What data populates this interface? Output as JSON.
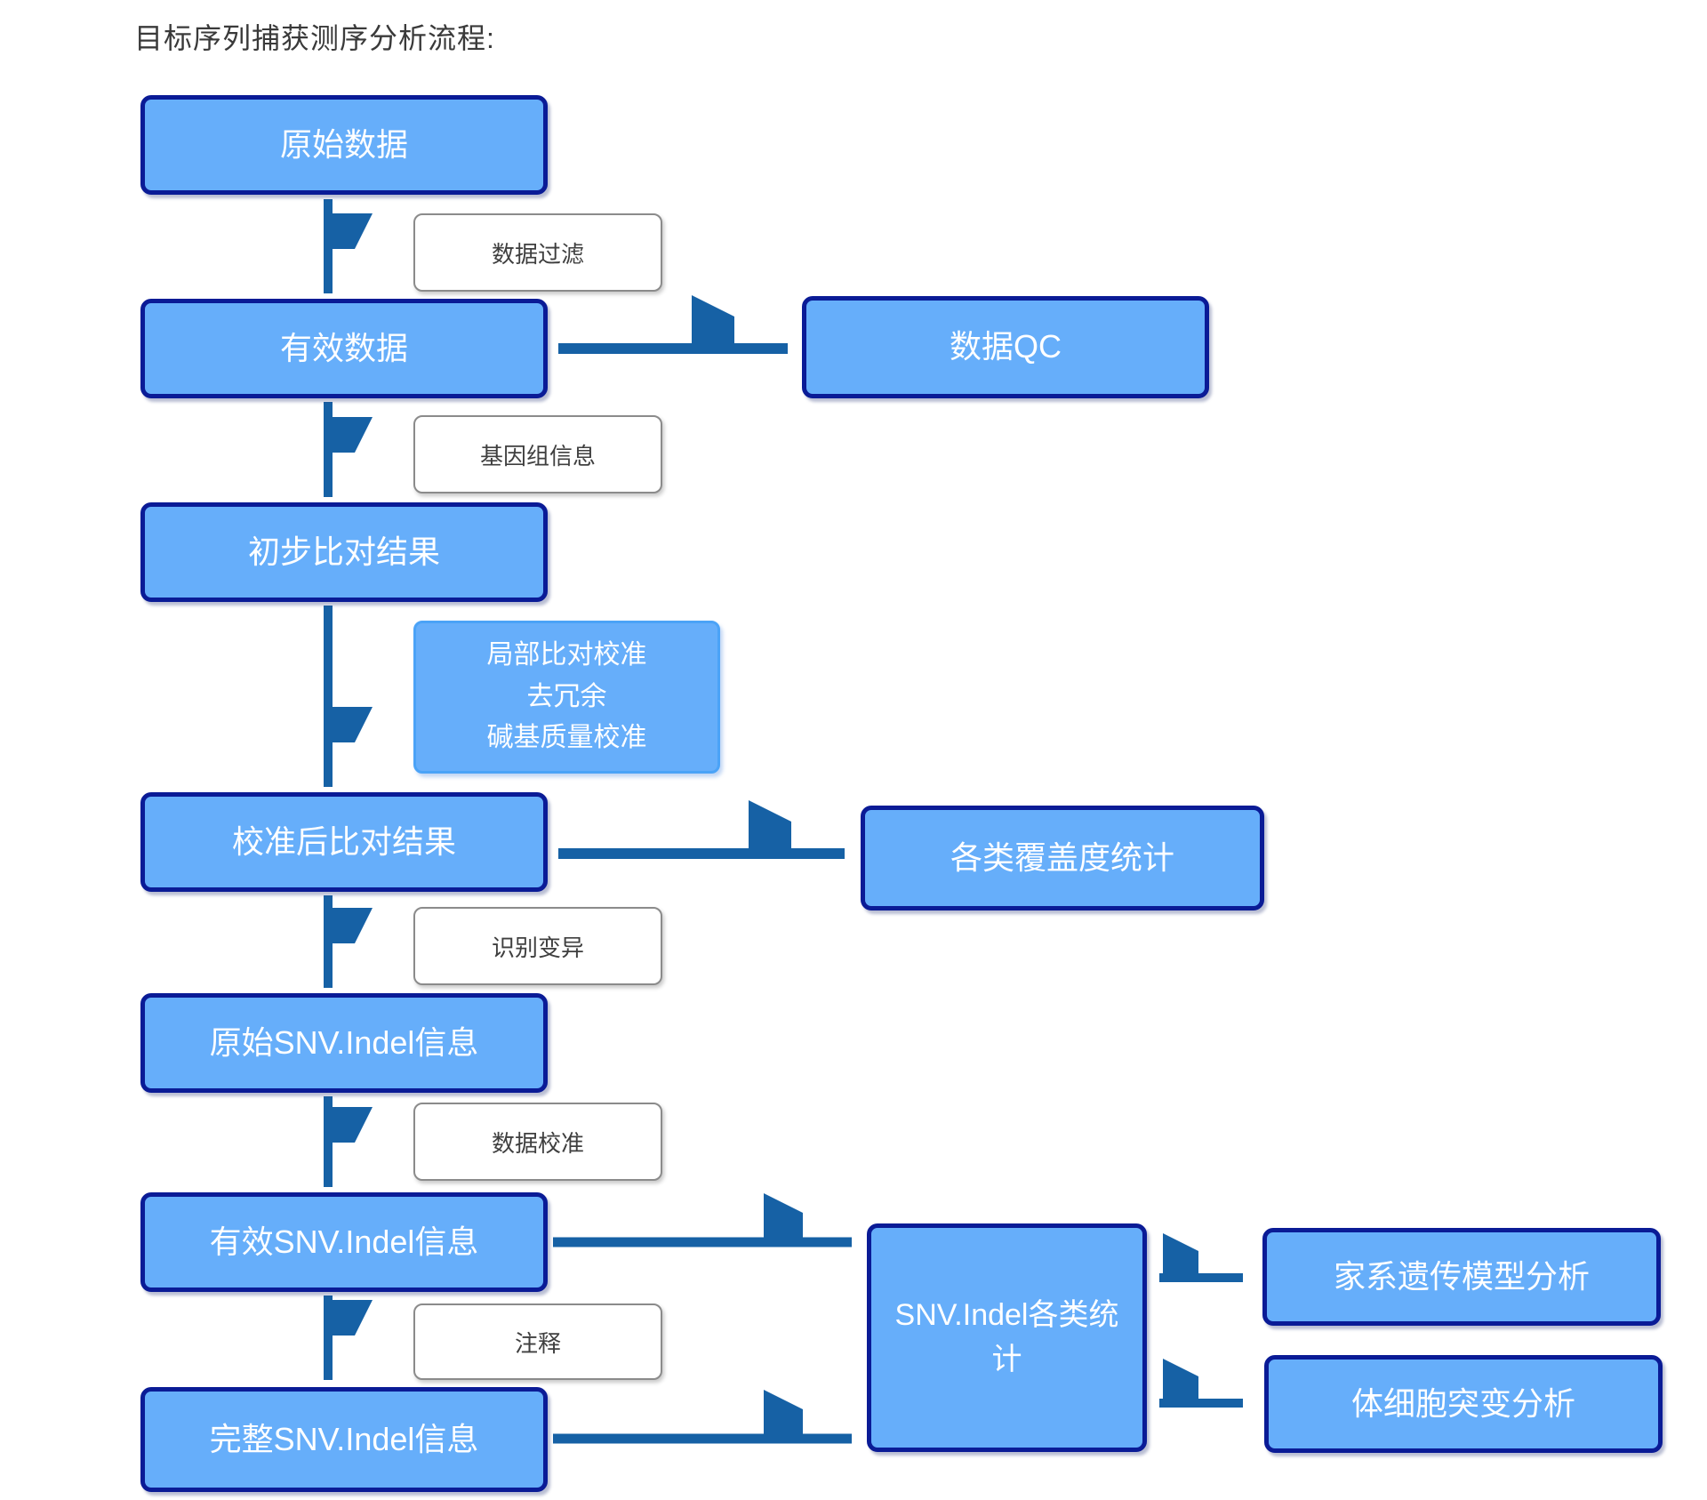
{
  "title": "目标序列捕获测序分析流程:",
  "colors": {
    "node_fill": "#66aefa",
    "node_border": "#0a1b96",
    "node_text": "#ffffff",
    "arrow": "#1661a5",
    "plabel_border": "#8b8b8b",
    "plabel_text": "#3f3f3f",
    "process_border": "#4ba3f7",
    "title_text": "#3a3a3a",
    "background": "#ffffff"
  },
  "nodes": {
    "raw_data": "原始数据",
    "valid_data": "有效数据",
    "data_qc": "数据QC",
    "initial_alignment": "初步比对结果",
    "calibrated_alignment": "校准后比对结果",
    "coverage_stats": "各类覆盖度统计",
    "raw_snv_indel": "原始SNV.Indel信息",
    "valid_snv_indel": "有效SNV.Indel信息",
    "complete_snv_indel": "完整SNV.Indel信息",
    "snv_indel_stats": "SNV.Indel各类统计",
    "pedigree_model": "家系遗传模型分析",
    "somatic_mutation": "体细胞突变分析"
  },
  "steps": {
    "data_filter": "数据过滤",
    "genome_info": "基因组信息",
    "realign_lines": [
      "局部比对校准",
      "去冗余",
      "碱基质量校准"
    ],
    "variant_calling": "识别变异",
    "data_calibration": "数据校准",
    "annotation": "注释"
  }
}
